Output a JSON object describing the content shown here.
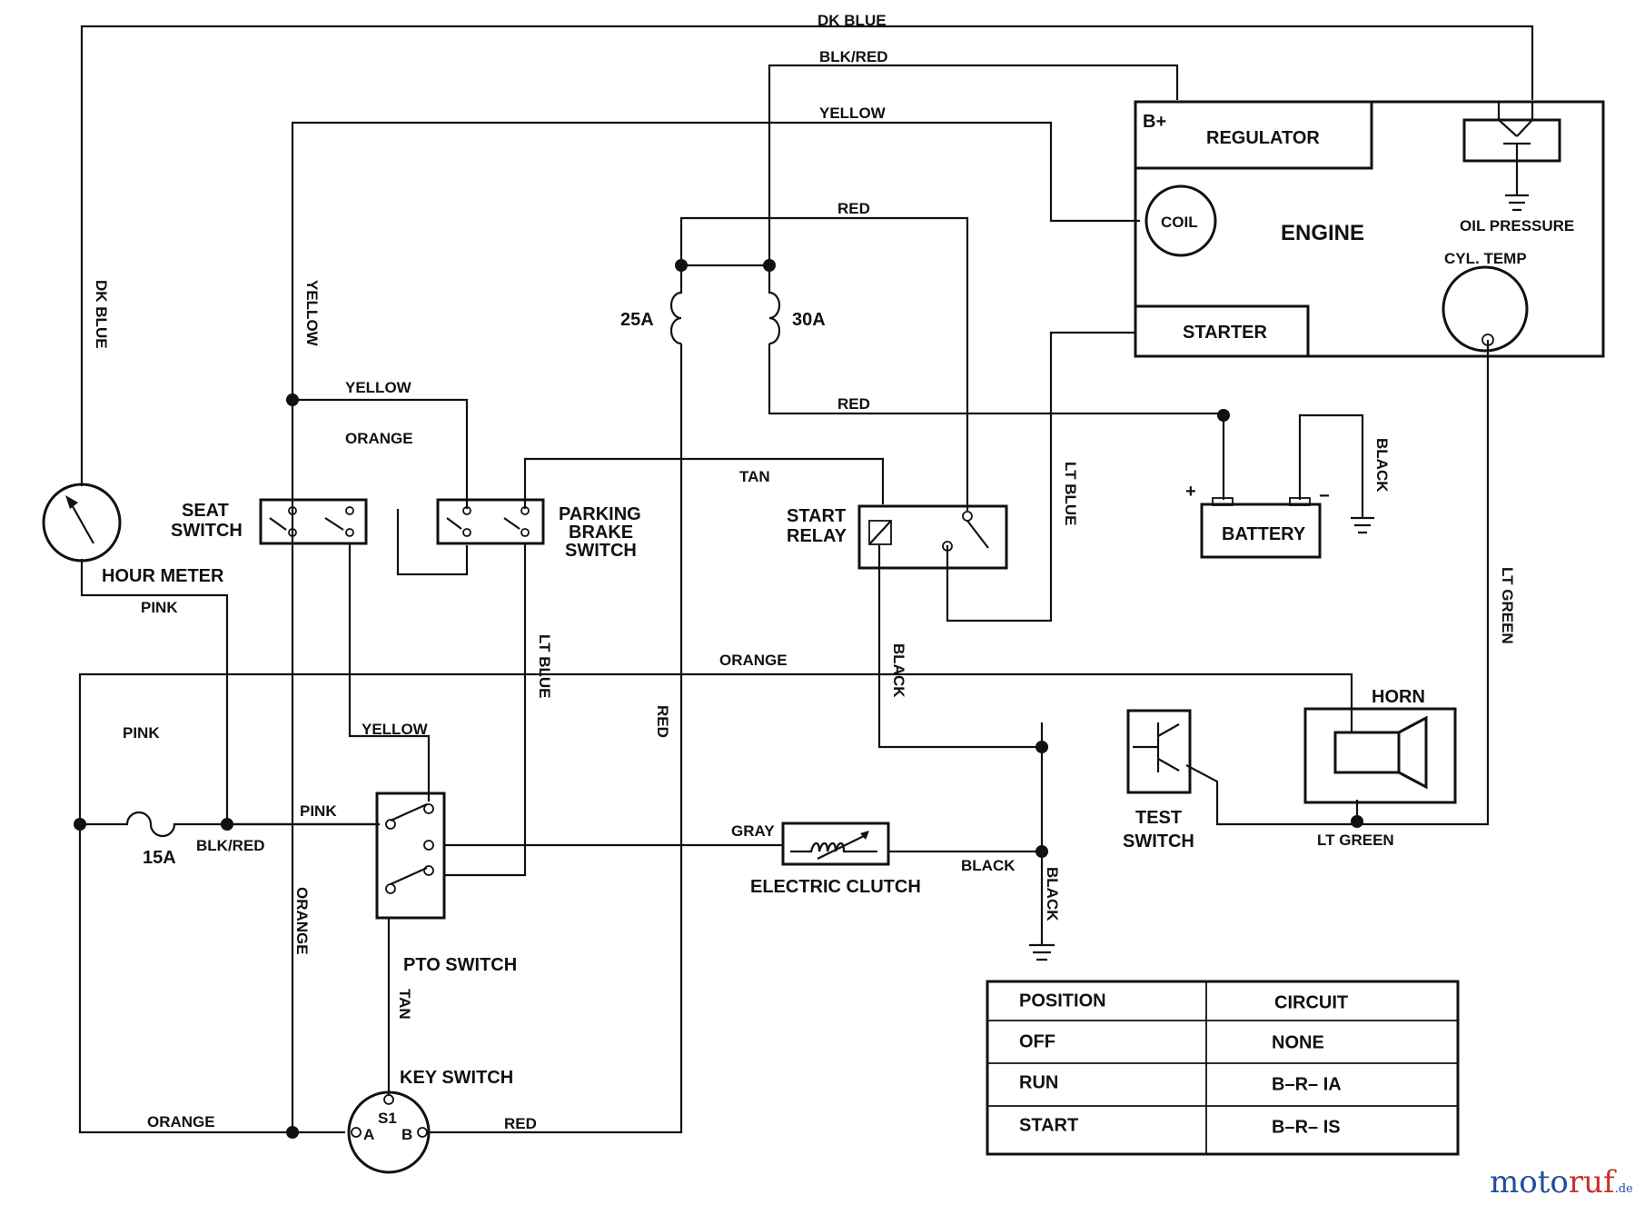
{
  "components": {
    "regulator": "REGULATOR",
    "b_plus": "B+",
    "coil": "COIL",
    "engine": "ENGINE",
    "oil_pressure": "OIL PRESSURE",
    "cyl_temp": "CYL. TEMP",
    "starter": "STARTER",
    "battery": "BATTERY",
    "battery_plus": "+",
    "battery_minus": "−",
    "hour_meter": "HOUR METER",
    "seat_switch_1": "SEAT",
    "seat_switch_2": "SWITCH",
    "parking_brake_1": "PARKING",
    "parking_brake_2": "BRAKE",
    "parking_brake_3": "SWITCH",
    "start_relay_1": "START",
    "start_relay_2": "RELAY",
    "fuse_25": "25A",
    "fuse_30": "30A",
    "fuse_15": "15A",
    "horn": "HORN",
    "test_switch_1": "TEST",
    "test_switch_2": "SWITCH",
    "electric_clutch": "ELECTRIC CLUTCH",
    "pto_switch": "PTO SWITCH",
    "key_switch": "KEY SWITCH",
    "key_s1": "S1",
    "key_a": "A",
    "key_b": "B"
  },
  "wires": {
    "dk_blue_top": "DK BLUE",
    "dk_blue_side": "DK BLUE",
    "blk_red_top": "BLK/RED",
    "yellow_top": "YELLOW",
    "yellow_side": "YELLOW",
    "red_upper": "RED",
    "red_mid": "RED",
    "yellow_seat": "YELLOW",
    "orange_seat": "ORANGE",
    "tan_relay": "TAN",
    "black_right": "BLACK",
    "lt_blue_right": "LT BLUE",
    "lt_green_right": "LT GREEN",
    "pink_hour": "PINK",
    "orange_mid": "ORANGE",
    "black_relay": "BLACK",
    "lt_blue_mid": "LT BLUE",
    "red_vertical": "RED",
    "pink_left": "PINK",
    "yellow_pto": "YELLOW",
    "pink_pto": "PINK",
    "blk_red_fuse": "BLK/RED",
    "gray_clutch": "GRAY",
    "black_clutch": "BLACK",
    "black_ground": "BLACK",
    "lt_green_horn": "LT GREEN",
    "orange_vertical": "ORANGE",
    "tan_key": "TAN",
    "orange_bottom": "ORANGE",
    "red_bottom": "RED"
  },
  "table": {
    "headers": [
      "POSITION",
      "CIRCUIT"
    ],
    "rows": [
      [
        "OFF",
        "NONE"
      ],
      [
        "RUN",
        "B–R– IA"
      ],
      [
        "START",
        "B–R– IS"
      ]
    ]
  },
  "watermark": {
    "part1": "moto",
    "part2": "ruf",
    "part3": ".de"
  }
}
